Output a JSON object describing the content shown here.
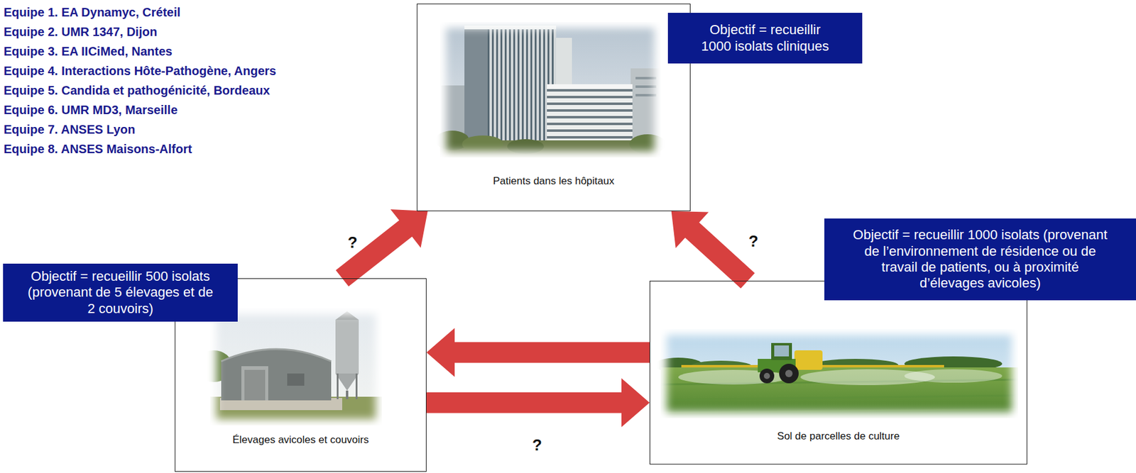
{
  "diagram": {
    "nodes": [
      {
        "text": [
          "Patients dans les hôpitaux"
        ]
      },
      {
        "text": [
          "Objectif = recueillir 1000 isolats cliniques"
        ]
      },
      {
        "text": [
          "Objectif = recueillir 1000 isolats (provenant de l’environnement de résidence ou de travail de patients, ou à proximité d’élevages avicoles)"
        ]
      },
      {
        "text": [
          "Objectif = recueillir 500 isolats (provenant de 5 élevages et de 2 couvoirs)"
        ]
      },
      {
        "text": [
          "Élevages avicoles et couvoirs"
        ]
      },
      {
        "text": [
          "Sol de parcelles de culture"
        ]
      }
    ],
    "edges": [
      {
        "from": 4,
        "to": 0,
        "arrow": "to",
        "label": "?"
      },
      {
        "from": 5,
        "to": 0,
        "arrow": "to",
        "label": "?"
      },
      {
        "from": 5,
        "to": 4,
        "arrow": "to"
      },
      {
        "from": 4,
        "to": 5,
        "arrow": "to",
        "label": "?"
      }
    ],
    "labels": [
      "Equipe 1. EA Dynamyc, Créteil",
      "Equipe 2. UMR 1347, Dijon",
      "Equipe 3. EA IICiMed, Nantes",
      "Equipe 4. Interactions Hôte-Pathogène, Angers",
      "Equipe 5. Candida et pathogénicité, Bordeaux",
      "Equipe 6. UMR MD3, Marseille",
      "Equipe 7. ANSES Lyon",
      "Equipe 8. ANSES Maisons-Alfort"
    ]
  }
}
